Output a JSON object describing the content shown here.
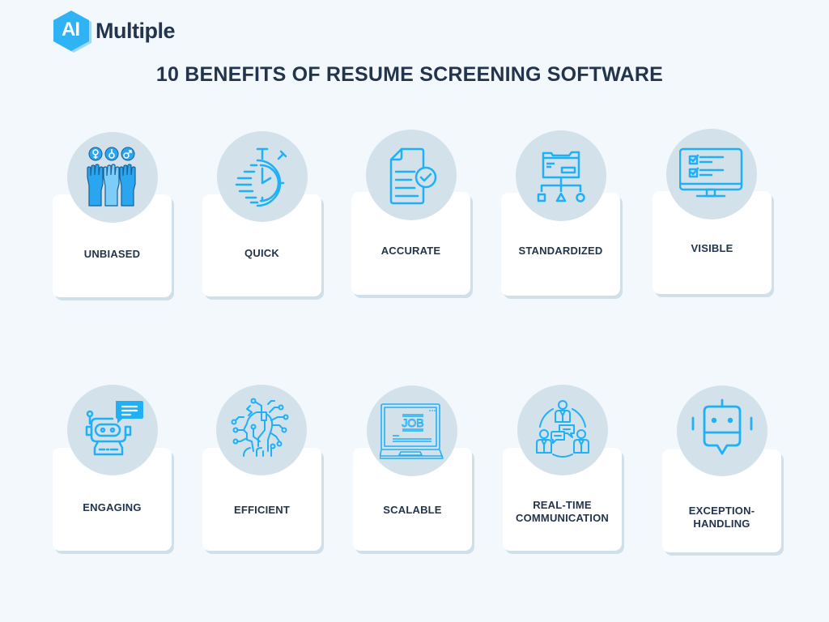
{
  "logo": {
    "mark": "AI",
    "name": "Multiple",
    "colors": {
      "mark_bg": "#2fb3f5",
      "name_text": "#23344d"
    }
  },
  "header": {
    "title": "10 BENEFITS OF RESUME SCREENING SOFTWARE"
  },
  "colors": {
    "background": "#f3f8fc",
    "card": "#ffffff",
    "card_shadow": "#d1dfe8",
    "circle": "#d2e1ea",
    "icon": "#1fb0f5",
    "text": "#23344d"
  },
  "benefits": [
    {
      "label": "UNBIASED",
      "icon": "raised-hands-gender-icon"
    },
    {
      "label": "QUICK",
      "icon": "stopwatch-speed-icon"
    },
    {
      "label": "ACCURATE",
      "icon": "document-check-icon"
    },
    {
      "label": "STANDARDIZED",
      "icon": "folder-hierarchy-icon"
    },
    {
      "label": "VISIBLE",
      "icon": "monitor-checklist-icon"
    },
    {
      "label": "ENGAGING",
      "icon": "chatbot-icon"
    },
    {
      "label": "EFFICIENT",
      "icon": "circuit-head-icon"
    },
    {
      "label": "SCALABLE",
      "icon": "laptop-job-icon"
    },
    {
      "label": "REAL-TIME\nCOMMUNICATION",
      "line1": "REAL-TIME",
      "line2": "COMMUNICATION",
      "icon": "team-chat-icon"
    },
    {
      "label": "EXCEPTION-\nHANDLING",
      "line1": "EXCEPTION-",
      "line2": "HANDLING",
      "icon": "robot-message-icon"
    }
  ]
}
